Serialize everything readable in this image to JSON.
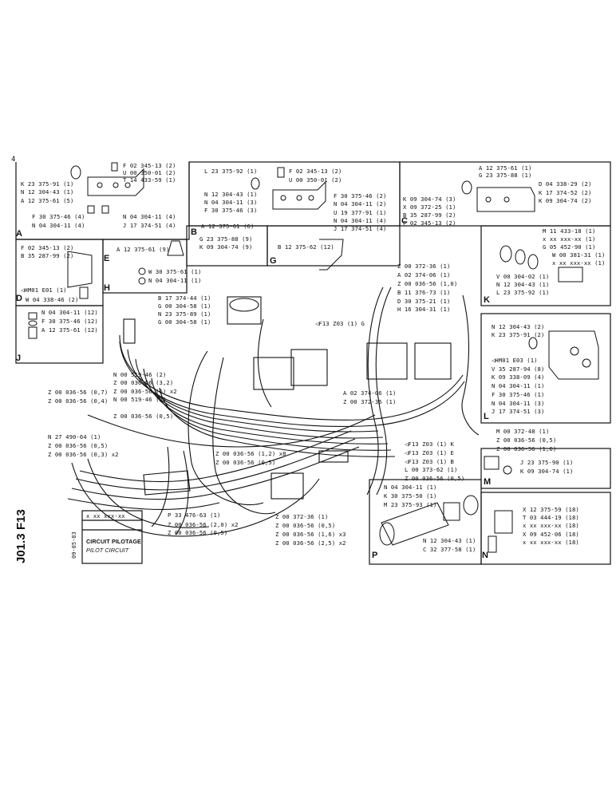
{
  "page": {
    "corner_mark": "4"
  },
  "panel_A": {
    "letter": "A",
    "labels": [
      "F 02 345-13 (2)",
      "U 00 350-01 (2)",
      "T 14 433-59 (1)",
      "K 23 375-91 (1)",
      "N 12 304-43 (1)",
      "A 12 375-61 (5)",
      "F 30 375-46 (4)",
      "N 04 304-11 (4)",
      "N 04 304-11 (4)",
      "J 17 374-51 (4)"
    ]
  },
  "panel_B": {
    "letter": "B",
    "labels": [
      "L 23 375-92 (1)",
      "F 02 345-13 (2)",
      "U 00 350-01 (2)",
      "N 12 304-43 (1)",
      "N 04 304-11 (3)",
      "F 30 375-46 (3)",
      "F 30 375-46 (2)",
      "N 04 304-11 (2)",
      "U 19 377-91 (1)",
      "N 04 304-11 (4)",
      "J 17 374-51 (4)",
      "A 12 375-61 (6)",
      "G 23 375-88 (9)",
      "K 09 304-74 (9)"
    ]
  },
  "panel_C": {
    "letter": "C",
    "labels": [
      "A 12 375-61 (1)",
      "G 23 375-88 (1)",
      "D 04 338-29 (2)",
      "K 17 374-52 (2)",
      "K 09 304-74 (2)",
      "K 09 304-74 (3)",
      "X 09 372-25 (1)",
      "B 35 287-99 (2)",
      "F 02 345-13 (2)"
    ]
  },
  "panel_D": {
    "letter": "D",
    "labels": [
      "F 02 345-13 (2)",
      "B 35 287-99 (2)",
      "◁HM01 E01 (1)",
      "W 04 338-46 (2)"
    ]
  },
  "panel_E": {
    "letter": "E",
    "labels": [
      "A 12 375-61 (9)"
    ]
  },
  "panel_H": {
    "letter": "H",
    "labels": [
      "W 30 375-61 (1)",
      "N 04 304-11 (1)"
    ]
  },
  "panel_G": {
    "letter": "G",
    "labels": [
      "B 12 375-62 (12)"
    ]
  },
  "panel_J": {
    "letter": "J",
    "labels": [
      "N 04 304-11 (12)",
      "F 30 375-46 (12)",
      "A 12 375-61 (12)"
    ]
  },
  "panel_K": {
    "letter": "K",
    "labels": [
      "M 11 433-18 (1)",
      "x xx xxx-xx (1)",
      "G 05 452-90 (1)",
      "W 00 381-31 (1)",
      "x xx xxx-xx (1)",
      "V 00 304-02 (1)",
      "N 12 304-43 (1)",
      "L 23 375-92 (1)"
    ]
  },
  "panel_L": {
    "letter": "L",
    "labels": [
      "N 12 304-43 (2)",
      "K 23 375-91 (2)",
      "◁HM01 E03 (1)",
      "V 35 287-94 (8)",
      "K 09 338-09 (4)",
      "N 04 304-11 (1)",
      "F 30 375-46 (1)",
      "N 04 304-11 (3)",
      "J 17 374-51 (3)"
    ]
  },
  "panel_M": {
    "letter": "M",
    "labels": [
      "J 23 375-90 (1)",
      "K 09 304-74 (1)"
    ]
  },
  "panel_N": {
    "letter": "N",
    "labels": [
      "X 12 375-59 (18)",
      "T 03 444-19 (18)",
      "x xx xxx-xx (18)",
      "X 09 452-06 (18)",
      "x xx xxx-xx (18)"
    ]
  },
  "panel_P": {
    "letter": "P",
    "labels": [
      "N 04 304-11 (1)",
      "K 30 375-50 (1)",
      "M 23 375-93 (1)",
      "N 12 304-43 (1)",
      "C 32 377-58 (1)"
    ]
  },
  "main_labels": {
    "top_left": [
      "B 17 374-44 (1)",
      "G 00 304-58 (1)",
      "N 23 375-89 (1)",
      "G 00 304-58 (1)"
    ],
    "left_col": [
      "N 00 519-46 (2)",
      "Z 00 036-56 (3,2)",
      "Z 00 036-56 (6) x2",
      "Z 00 036-56 (0,7)",
      "Z 00 036-56 (0,4)",
      "N 00 519-46 (2)",
      "Z 00 036-56 (0,5)",
      "N 27 490-64 (1)",
      "Z 00 036-56 (0,5)",
      "Z 00 036-56 (0,3) x2"
    ],
    "right_col": [
      "Z 00 372-36 (1)",
      "A 02 374-06 (1)",
      "Z 00 036-56 (1,0)",
      "B 11 376-73 (1)",
      "D 30 375-21 (1)",
      "H 16 304-31 (1)"
    ],
    "center": [
      "A 02 374-06 (1)",
      "Z 00 372-36 (1)",
      "L 00 373-62 (1)",
      "Z 00 036-56 (1,2) x8",
      "Z 00 036-56 (0,5)",
      "Z 00 036-56 (0,5)",
      "M 00 372-48 (1)",
      "Z 00 036-56 (0,5)",
      "Z 00 036-56 (1,6)"
    ],
    "refs": [
      "◁F13 Z03 (1) G",
      "◁F13 Z03 (1) K",
      "◁F13 Z03 (1) E",
      "◁F13 Z03 (1) B"
    ],
    "bottom": [
      "P 33 476-63 (1)",
      "Z 00 036-56 (2,0) x2",
      "Z 00 036-56 (0,5)",
      "Z 00 372-36 (1)",
      "Z 00 036-56 (0,5)",
      "Z 00 036-56 (1,6) x3",
      "Z 00 036-56 (2,5) x2"
    ]
  },
  "title_block": {
    "code_f": "F13",
    "code_j": "J01.3",
    "date": "09-05-83",
    "ref": "x xx xxx-xx",
    "title_fr": "CIRCUIT PILOTAGE",
    "title_en": "PILOT CIRCUIT"
  }
}
